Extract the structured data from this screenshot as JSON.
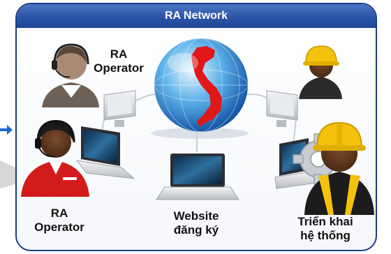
{
  "header": {
    "title": "RA Network"
  },
  "labels": {
    "ra_operator_top_line1": "RA",
    "ra_operator_top_line2": "Operator",
    "ra_operator_bottom_line1": "RA",
    "ra_operator_bottom_line2": "Operator",
    "website_line1": "Website",
    "website_line2": "đăng ký",
    "deploy_line1": "Triển khai",
    "deploy_line2": "hệ thống"
  },
  "colors": {
    "frame": "#1b3d87",
    "header": "#2c55a8",
    "vietnam_map": "#e01818",
    "helmet": "#f4c20d"
  },
  "icons": [
    "globe-icon",
    "laptop-icon",
    "monitor-icon",
    "gear-icon",
    "headset-operator-icon",
    "worker-icon",
    "arrow-icon"
  ]
}
